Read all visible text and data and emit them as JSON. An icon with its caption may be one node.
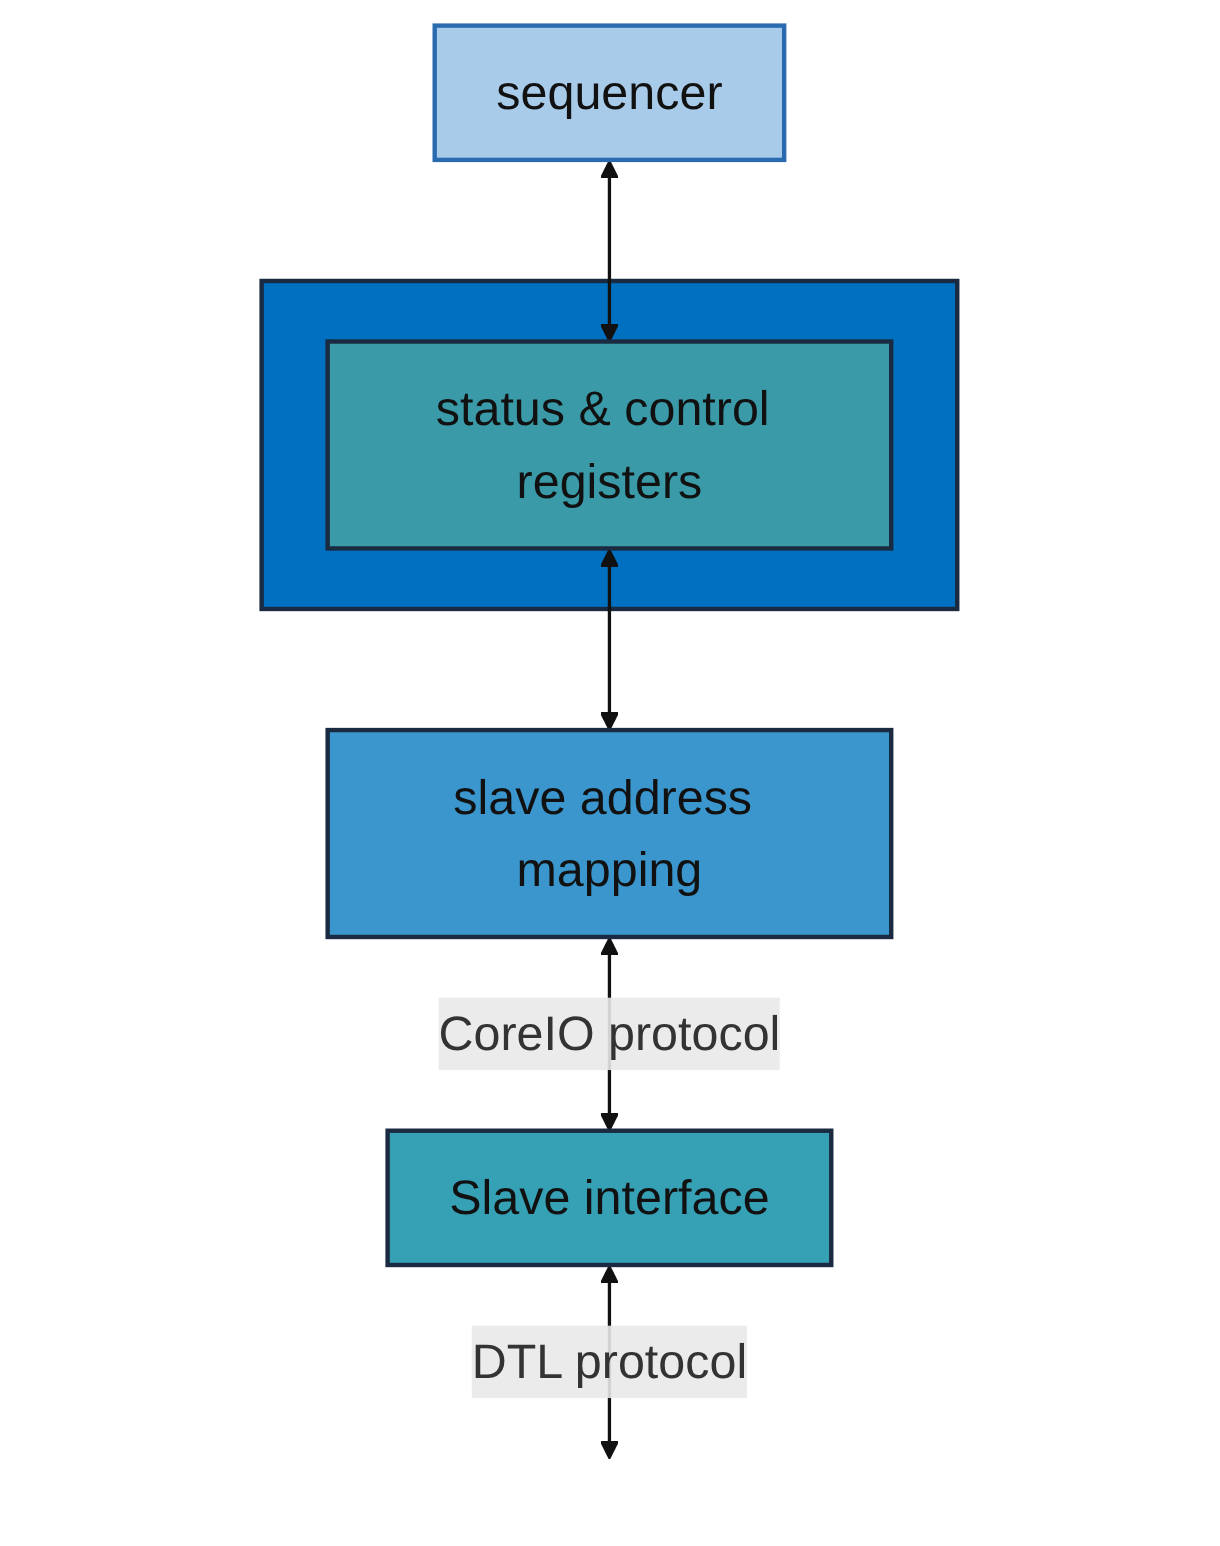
{
  "diagram": {
    "nodes": [
      {
        "text": [
          "sequencer"
        ]
      },
      {
        "text": [],
        "shape": "box"
      },
      {
        "text": [
          "status & control registers"
        ],
        "in": 1
      },
      {
        "text": [
          "slave address mapping"
        ]
      },
      {
        "text": [
          "Slave interface"
        ]
      }
    ],
    "edges": [
      {
        "from": 0,
        "to": 2,
        "arrow": "both"
      },
      {
        "from": 2,
        "to": 3,
        "arrow": "both"
      },
      {
        "from": 3,
        "to": 4,
        "arrow": "both",
        "label": "CoreIO protocol"
      },
      {
        "from": 4,
        "to": null,
        "arrow": "both",
        "label": "DTL protocol"
      }
    ]
  }
}
